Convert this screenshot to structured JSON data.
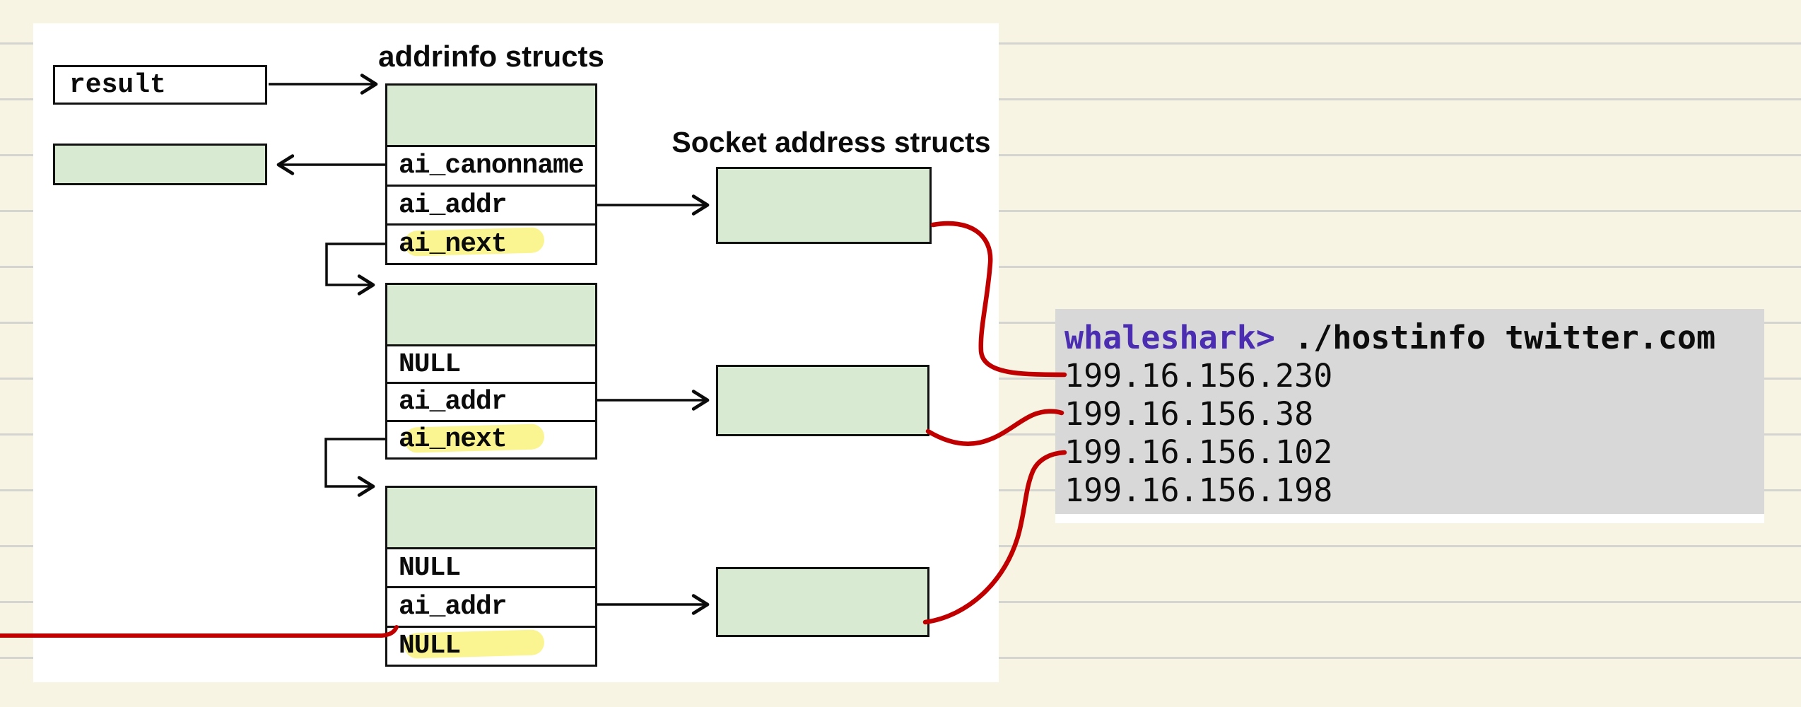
{
  "diagram": {
    "addrinfo_title": "addrinfo structs",
    "socket_title": "Socket address structs",
    "result_label": "result",
    "structs": [
      {
        "rows": [
          {
            "label": "ai_canonname",
            "highlight": false
          },
          {
            "label": "ai_addr",
            "highlight": false
          },
          {
            "label": "ai_next",
            "highlight": true
          }
        ]
      },
      {
        "rows": [
          {
            "label": "NULL",
            "highlight": false
          },
          {
            "label": "ai_addr",
            "highlight": false
          },
          {
            "label": "ai_next",
            "highlight": true
          }
        ]
      },
      {
        "rows": [
          {
            "label": "NULL",
            "highlight": false
          },
          {
            "label": "ai_addr",
            "highlight": false
          },
          {
            "label": "NULL",
            "highlight": true
          }
        ]
      }
    ]
  },
  "terminal": {
    "prompt": "whaleshark>",
    "command": "./hostinfo twitter.com",
    "output_lines": [
      "199.16.156.230",
      "199.16.156.38",
      "199.16.156.102",
      "199.16.156.198"
    ]
  },
  "colors": {
    "page_background": "#f7f4e3",
    "rule_line": "#d4d4d0",
    "struct_green_fill": "#d9ead3",
    "highlight_yellow": "#f9f37d",
    "annotation_red": "#c00000",
    "terminal_background": "#d8d8d8",
    "terminal_prompt": "#4a2db0"
  }
}
